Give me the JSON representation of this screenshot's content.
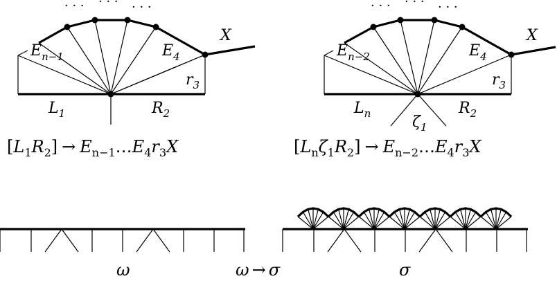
{
  "figure_top_left": {
    "labels": {
      "dots_left": "· · ·",
      "dots_mid": "· · ·",
      "dots_right": "· · ·",
      "E_n_minus_1_base": "E",
      "E_n_minus_1_sub": "n−1",
      "E4_base": "E",
      "E4_sub": "4",
      "X": "X",
      "r3_base": "r",
      "r3_sub": "3",
      "L1_base": "L",
      "L1_sub": "1",
      "R2_base": "R",
      "R2_sub": "2"
    },
    "caption": {
      "open": "[",
      "L": "L",
      "L_sub": "1",
      "R": "R",
      "R_sub": "2",
      "close": "]",
      "arrow": "→",
      "E1": "E",
      "E1_sub": "n−1",
      "ellipsis": "…",
      "E2": "E",
      "E2_sub": "4",
      "r": "r",
      "r_sub": "3",
      "X": "X"
    }
  },
  "figure_top_right": {
    "labels": {
      "dots_left": "· · ·",
      "dots_mid": "· · ·",
      "dots_right": "· · ·",
      "E_n_minus_2_base": "E",
      "E_n_minus_2_sub": "n−2",
      "E4_base": "E",
      "E4_sub": "4",
      "X": "X",
      "r3_base": "r",
      "r3_sub": "3",
      "Ln_base": "L",
      "Ln_sub": "n",
      "R2_base": "R",
      "R2_sub": "2",
      "zeta_base": "ζ",
      "zeta_sub": "1"
    },
    "caption": {
      "open": "[",
      "L": "L",
      "L_sub": "n",
      "zeta": "ζ",
      "zeta_sub": "1",
      "R": "R",
      "R_sub": "2",
      "close": "]",
      "arrow": "→",
      "E1": "E",
      "E1_sub": "n−2",
      "ellipsis": "…",
      "E2": "E",
      "E2_sub": "4",
      "r": "r",
      "r_sub": "3",
      "X": "X"
    }
  },
  "figure_bottom": {
    "omega": "ω",
    "transition_from": "ω",
    "transition_arrow": "→",
    "transition_to": "σ",
    "sigma": "σ"
  }
}
